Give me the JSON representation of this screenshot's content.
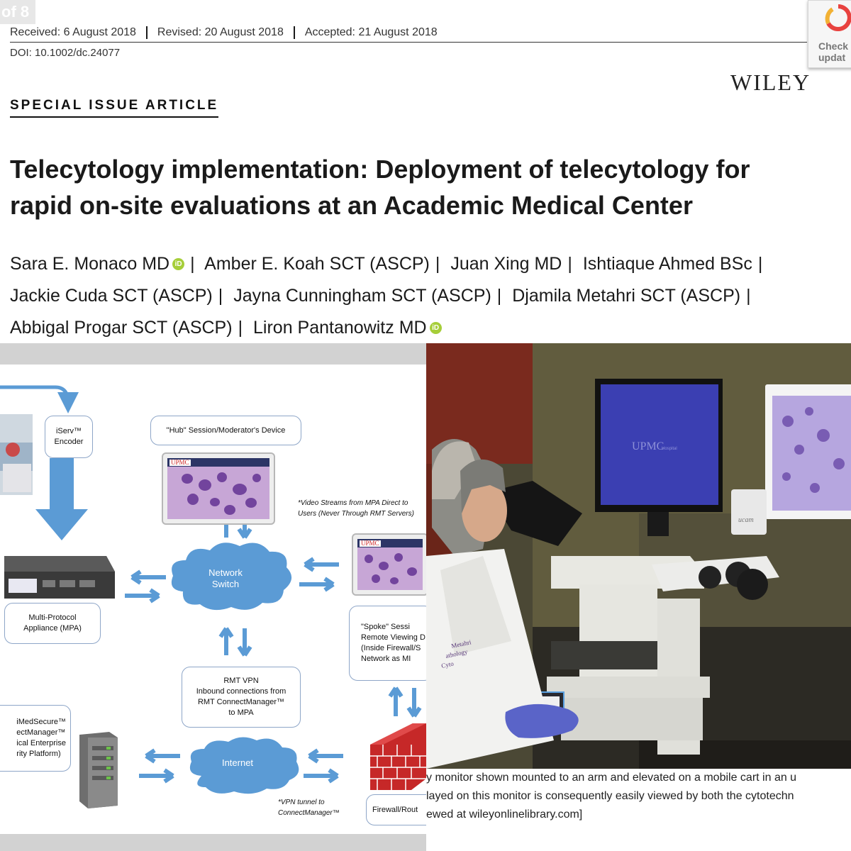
{
  "header": {
    "page_corner": "of 8",
    "dates": [
      {
        "label": "Received:",
        "value": "6 August 2018"
      },
      {
        "label": "Revised:",
        "value": "20 August 2018"
      },
      {
        "label": "Accepted:",
        "value": "21 August 2018"
      }
    ],
    "doi": "DOI: 10.1002/dc.24077",
    "check_updates": [
      "Check",
      "updat"
    ],
    "publisher": "WILEY",
    "article_type": "SPECIAL ISSUE ARTICLE"
  },
  "article": {
    "title_line1": "Telecytology implementation: Deployment of telecytology for",
    "title_line2": "rapid on-site evaluations at an Academic Medical Center",
    "authors_line1": [
      "Sara E. Monaco MD",
      "Amber E. Koah SCT (ASCP)",
      "Juan Xing MD",
      "Ishtiaque Ahmed BSc"
    ],
    "authors_line2": [
      "Jackie Cuda SCT (ASCP)",
      "Jayna Cunningham SCT (ASCP)",
      "Djamila Metahri SCT (ASCP)"
    ],
    "authors_line3": [
      "Abbigal Progar SCT (ASCP)",
      "Liron Pantanowitz MD"
    ],
    "orcid_glyph": "iD",
    "separator": "|"
  },
  "diagram": {
    "encoder": "iServ™\nEncoder",
    "hub": "\"Hub\" Session/Moderator's Device",
    "video_note": "*Video Streams from MPA Direct to\nUsers (Never Through RMT Servers)",
    "network_switch": "Network\nSwitch",
    "mpa": "Multi-Protocol\nAppliance (MPA)",
    "spoke": "\"Spoke\" Sessi\nRemote Viewing D\n(Inside Firewall/S\nNetwork as MI",
    "rmt_vpn": "RMT VPN\nInbound connections from\nRMT ConnectManager™\nto MPA",
    "medsecure": "iMedSecure™\nectManager™\nical Enterprise\nrity Platform)",
    "internet": "Internet",
    "firewall": "Firewall/Rout",
    "vpn_note": "*VPN tunnel to\nConnectManager™",
    "tablet_logo": "UPMC",
    "colors": {
      "arrow": "#5b9bd5",
      "cloud": "#5b9bd5",
      "box_border": "#8ea6c8",
      "firewall": "#d42b2b"
    }
  },
  "photo": {
    "monitor_logo": "UPMC",
    "monitor_sub": "Hospital",
    "coat_text": [
      "Metahri",
      "athology",
      "Cyto"
    ],
    "camera_label": "ucam"
  },
  "caption": {
    "line1": "y monitor shown mounted to an arm and elevated on a mobile cart in an u",
    "line2": "layed on this monitor is consequently easily viewed by both the cytotechn",
    "line3": "ewed at wileyonlinelibrary.com]"
  }
}
